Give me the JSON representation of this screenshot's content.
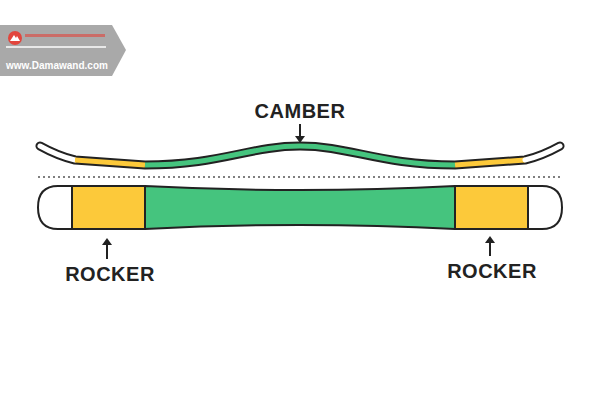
{
  "diagram": {
    "labels": [
      "CAMBER",
      "ROCKER",
      "ROCKER",
      "www.Damawand.com"
    ]
  }
}
